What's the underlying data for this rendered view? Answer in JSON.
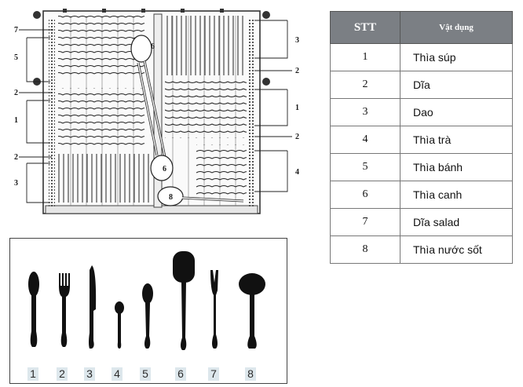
{
  "table": {
    "header_stt": "STT",
    "header_item": "Vật dụng",
    "rows": [
      {
        "stt": "1",
        "item": "Thìa súp"
      },
      {
        "stt": "2",
        "item": "Dĩa"
      },
      {
        "stt": "3",
        "item": "Dao"
      },
      {
        "stt": "4",
        "item": "Thìa trà"
      },
      {
        "stt": "5",
        "item": "Thìa bánh"
      },
      {
        "stt": "6",
        "item": "Thìa canh"
      },
      {
        "stt": "7",
        "item": "Dĩa salad"
      },
      {
        "stt": "8",
        "item": "Thìa nước sốt"
      }
    ]
  },
  "rack": {
    "callouts_left": [
      "7",
      "5",
      "2",
      "1",
      "2",
      "3"
    ],
    "callouts_right": [
      "3",
      "2",
      "1",
      "2",
      "4"
    ],
    "callouts_inner": [
      "6",
      "6",
      "8"
    ]
  },
  "cutlery": {
    "numbers": [
      "1",
      "2",
      "3",
      "4",
      "5",
      "6",
      "7",
      "8"
    ],
    "icons": [
      "soup-spoon",
      "fork",
      "knife",
      "tea-spoon",
      "dessert-spoon",
      "serving-spoon",
      "salad-fork",
      "sauce-ladle"
    ]
  }
}
